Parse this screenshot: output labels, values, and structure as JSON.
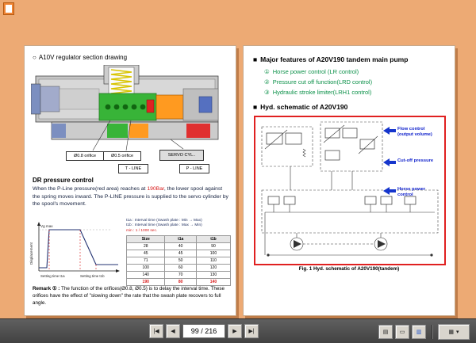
{
  "toolbar": {
    "first_icon": "|◀",
    "prev_icon": "◀",
    "page_display": "99 / 216",
    "next_icon": "▶",
    "last_icon": "▶|",
    "view_icon": "▤",
    "fit_icon": "▭",
    "pages_icon": "▥",
    "zoom_icon": "▦",
    "zoom_caret": "▾"
  },
  "left_page": {
    "title_bullet": "○",
    "title": "A10V regulator section drawing",
    "diagram_labels": {
      "orifice_08": "Ø0.8 orifice",
      "orifice_05": "Ø0.5 orifice",
      "servo": "SERVO CYL..",
      "t_line": "T - LINE",
      "p_line": "P - LINE"
    },
    "dr_heading": "DR pressure control",
    "body": {
      "a": "When the ",
      "b": "P-Line pressure(red area)",
      "c": " reaches at ",
      "d": "190Bar",
      "e": ", the lower spool against the spring moves inward. The P-LINE pressure is supplied to the servo cylinder by the spool's movement."
    },
    "graph": {
      "ylabel": "Displacement",
      "vg_max": "Vg max",
      "x_label_1": "Setting time t1a",
      "x_label_2": "Setting time t1b",
      "legend_1": "t1a : Interval time (Swash plate : Min → Max)",
      "legend_2": "t1b : Interval time (Swash plate : Max → Min)",
      "unit_note": "min : 1 / 1000 sec."
    },
    "table": {
      "headers": [
        "Size",
        "t1a",
        "t1b"
      ],
      "rows": [
        [
          "28",
          "40",
          "90"
        ],
        [
          "45",
          "45",
          "100"
        ],
        [
          "71",
          "50",
          "110"
        ],
        [
          "100",
          "60",
          "120"
        ],
        [
          "140",
          "70",
          "130"
        ],
        [
          "190",
          "80",
          "140"
        ]
      ]
    },
    "remark_label": "Remark ① :",
    "remark_text": "The function of the orifices(Ø0.8, Ø0.5) is to delay the interval time. These orifices have the effect of \"slowing down\" the rate that the swash plate recovers to full angle."
  },
  "right_page": {
    "bullet": "■",
    "features_heading": "Major features of A20V190 tandem main pump",
    "features": [
      {
        "num": "①",
        "label": "Horse power control (LR control)"
      },
      {
        "num": "②",
        "label": "Pressure cut off function(LRD control)"
      },
      {
        "num": "③",
        "label": "Hydraulic stroke limiter(LRH1 control)"
      }
    ],
    "schematic_heading": "Hyd. schematic of A20V190",
    "callouts": [
      "Flow control (output volume)",
      "Cut-off pressure",
      "Horse power control"
    ],
    "caption": "Fig. 1 Hyd. schematic of A20V190(tandem)"
  },
  "colors": {
    "background": "#edaa74",
    "accent_red": "#e02020",
    "feature_green": "#0a9048",
    "callout_blue": "#1022cc"
  }
}
